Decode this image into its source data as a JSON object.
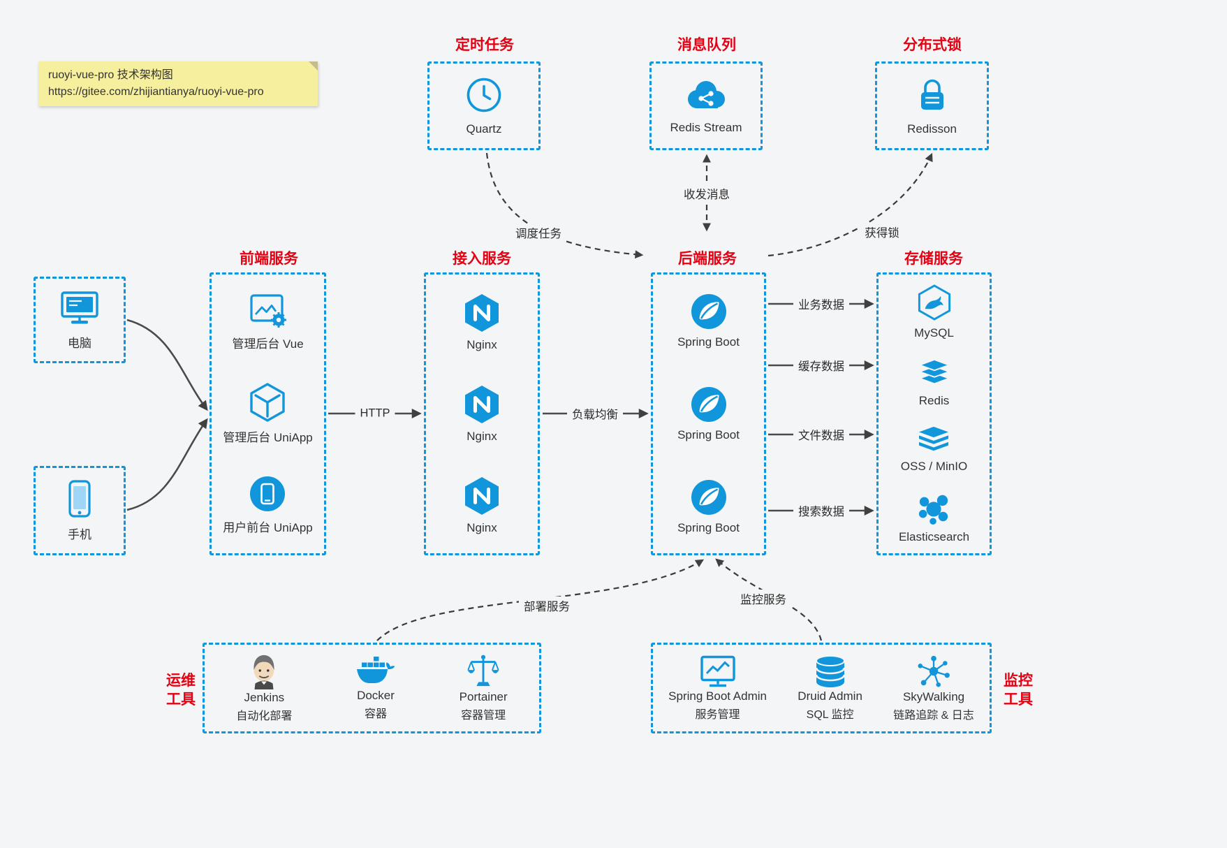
{
  "note": {
    "line1": "ruoyi-vue-pro 技术架构图",
    "line2": "https://gitee.com/zhijiantianya/ruoyi-vue-pro"
  },
  "top": {
    "scheduler": {
      "title": "定时任务",
      "label": "Quartz"
    },
    "mq": {
      "title": "消息队列",
      "label": "Redis Stream"
    },
    "lock": {
      "title": "分布式锁",
      "label": "Redisson"
    }
  },
  "clients": {
    "pc": {
      "label": "电脑"
    },
    "mobile": {
      "label": "手机"
    }
  },
  "groups": {
    "frontend": {
      "title": "前端服务",
      "items": [
        {
          "label": "管理后台 Vue"
        },
        {
          "label": "管理后台 UniApp"
        },
        {
          "label": "用户前台 UniApp"
        }
      ]
    },
    "gateway": {
      "title": "接入服务",
      "items": [
        {
          "label": "Nginx"
        },
        {
          "label": "Nginx"
        },
        {
          "label": "Nginx"
        }
      ]
    },
    "backend": {
      "title": "后端服务",
      "items": [
        {
          "label": "Spring Boot"
        },
        {
          "label": "Spring Boot"
        },
        {
          "label": "Spring Boot"
        }
      ]
    },
    "storage": {
      "title": "存储服务",
      "items": [
        {
          "label": "MySQL"
        },
        {
          "label": "Redis"
        },
        {
          "label": "OSS / MinIO"
        },
        {
          "label": "Elasticsearch"
        }
      ]
    }
  },
  "ops": {
    "title_line1": "运维",
    "title_line2": "工具",
    "items": [
      {
        "name": "Jenkins",
        "desc": "自动化部署"
      },
      {
        "name": "Docker",
        "desc": "容器"
      },
      {
        "name": "Portainer",
        "desc": "容器管理"
      }
    ]
  },
  "monitoring": {
    "title_line1": "监控",
    "title_line2": "工具",
    "items": [
      {
        "name": "Spring Boot Admin",
        "desc": "服务管理"
      },
      {
        "name": "Druid Admin",
        "desc": "SQL 监控"
      },
      {
        "name": "SkyWalking",
        "desc": "链路追踪 & 日志"
      }
    ]
  },
  "edges": {
    "http": "HTTP",
    "load_balance": "负载均衡",
    "schedule": "调度任务",
    "message": "收发消息",
    "lock": "获得锁",
    "business": "业务数据",
    "cache": "缓存数据",
    "file": "文件数据",
    "search": "搜索数据",
    "deploy": "部署服务",
    "monitor": "监控服务"
  },
  "colors": {
    "accent": "#1296db",
    "title_red": "#e60012",
    "arrow": "#4a4a4a",
    "note_bg": "#f6ef9e"
  }
}
